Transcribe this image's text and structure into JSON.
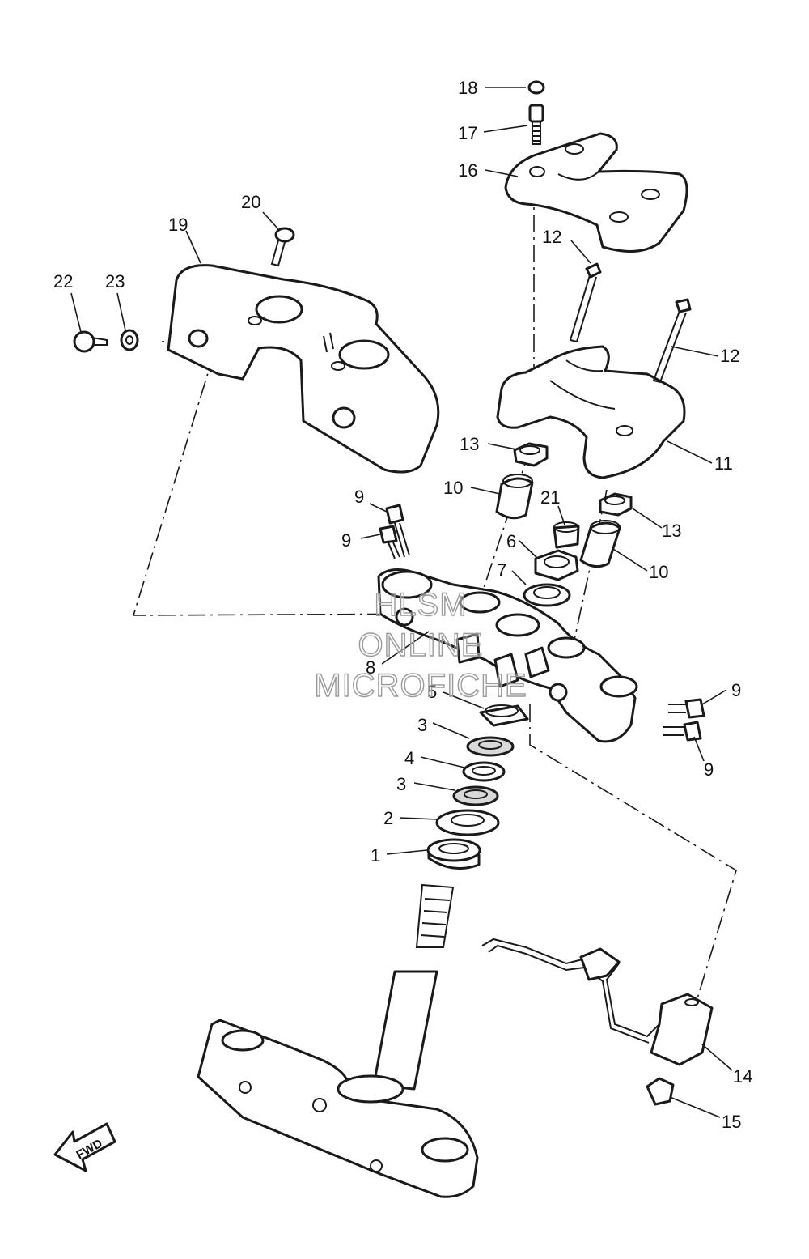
{
  "diagram": {
    "callouts": {
      "c1": "1",
      "c2": "2",
      "c3a": "3",
      "c3b": "3",
      "c4": "4",
      "c5": "5",
      "c6": "6",
      "c7": "7",
      "c8": "8",
      "c9a": "9",
      "c9b": "9",
      "c9c": "9",
      "c9d": "9",
      "c10a": "10",
      "c10b": "10",
      "c11": "11",
      "c12a": "12",
      "c12b": "12",
      "c13a": "13",
      "c13b": "13",
      "c14": "14",
      "c15": "15",
      "c16": "16",
      "c17": "17",
      "c18": "18",
      "c19": "19",
      "c20": "20",
      "c21": "21",
      "c22": "22",
      "c23": "23"
    },
    "watermark": {
      "line1": "HLSM",
      "line2": "ONLINE",
      "line3": "MICROFICHE"
    },
    "fwd_label": "FWD"
  }
}
